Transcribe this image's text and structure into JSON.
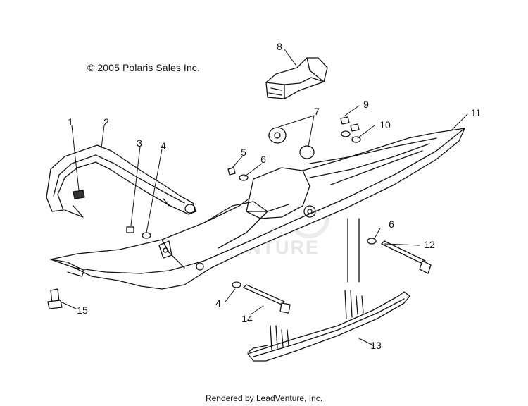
{
  "copyright": "© 2005 Polaris Sales Inc.",
  "footer": "Rendered by LeadVenture, Inc.",
  "watermark": "ADVENTURE",
  "callouts": [
    "1",
    "2",
    "3",
    "4",
    "5",
    "6",
    "7",
    "8",
    "9",
    "10",
    "11",
    "12",
    "13",
    "14",
    "15",
    "4",
    "6"
  ],
  "parts": [
    {
      "callout": "1",
      "name": "ski-loop-decal"
    },
    {
      "callout": "2",
      "name": "ski-loop-handle"
    },
    {
      "callout": "3",
      "name": "nut"
    },
    {
      "callout": "4",
      "name": "washer"
    },
    {
      "callout": "5",
      "name": "nut"
    },
    {
      "callout": "6",
      "name": "washer"
    },
    {
      "callout": "7",
      "name": "bushing"
    },
    {
      "callout": "8",
      "name": "ski-bumper"
    },
    {
      "callout": "9",
      "name": "nut"
    },
    {
      "callout": "10",
      "name": "washer"
    },
    {
      "callout": "11",
      "name": "ski"
    },
    {
      "callout": "12",
      "name": "spindle-bolt"
    },
    {
      "callout": "13",
      "name": "ski-runner"
    },
    {
      "callout": "14",
      "name": "bolt"
    },
    {
      "callout": "15",
      "name": "bolt"
    }
  ]
}
